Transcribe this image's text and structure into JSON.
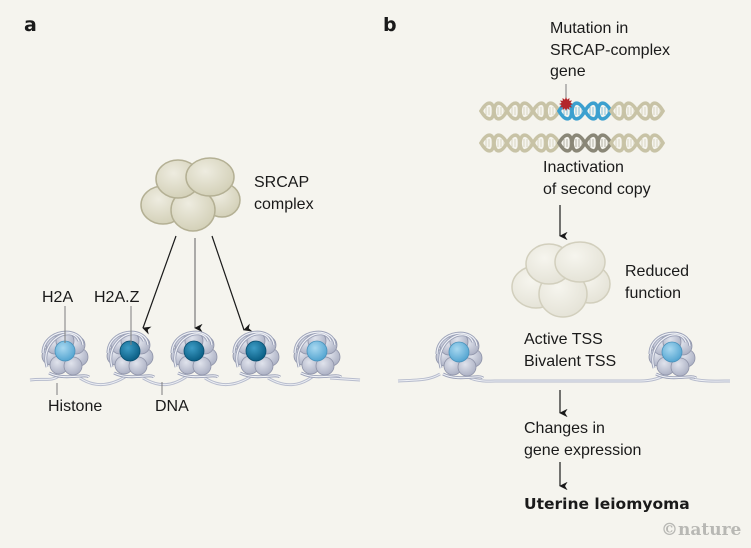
{
  "panel_a": {
    "label": "a",
    "complex_label_line1": "SRCAP",
    "complex_label_line2": "complex",
    "h2a_label": "H2A",
    "h2az_label": "H2A.Z",
    "histone_label": "Histone",
    "dna_label": "DNA",
    "nucleosomes": [
      {
        "variant": "H2A"
      },
      {
        "variant": "H2A.Z"
      },
      {
        "variant": "H2A.Z"
      },
      {
        "variant": "H2A.Z"
      },
      {
        "variant": "H2A"
      }
    ]
  },
  "panel_b": {
    "label": "b",
    "mutation_line1": "Mutation in",
    "mutation_line2": "SRCAP-complex",
    "mutation_line3": "gene",
    "inactivation_line1": "Inactivation",
    "inactivation_line2": "of second copy",
    "reduced_line1": "Reduced",
    "reduced_line2": "function",
    "tss_line1": "Active TSS",
    "tss_line2": "Bivalent TSS",
    "changes_line1": "Changes in",
    "changes_line2": "gene expression",
    "outcome": "Uterine leiomyoma"
  },
  "credit": "©nature",
  "colors": {
    "background": "#f5f4ee",
    "complex_fill": "#dcdac8",
    "complex_stroke": "#b4b094",
    "reduced_fill": "#eceae0",
    "reduced_stroke": "#d2cfbd",
    "histone_fill": "#c3c7d6",
    "histone_stroke": "#8e93a8",
    "h2a_color": "#6fb6dc",
    "h2az_color": "#0f6f99",
    "dna_helix": "#c8c3a6",
    "mutant_helix": "#3ca0cf",
    "inactive_helix": "#8a8777",
    "mutation_mark": "#b3262b"
  }
}
